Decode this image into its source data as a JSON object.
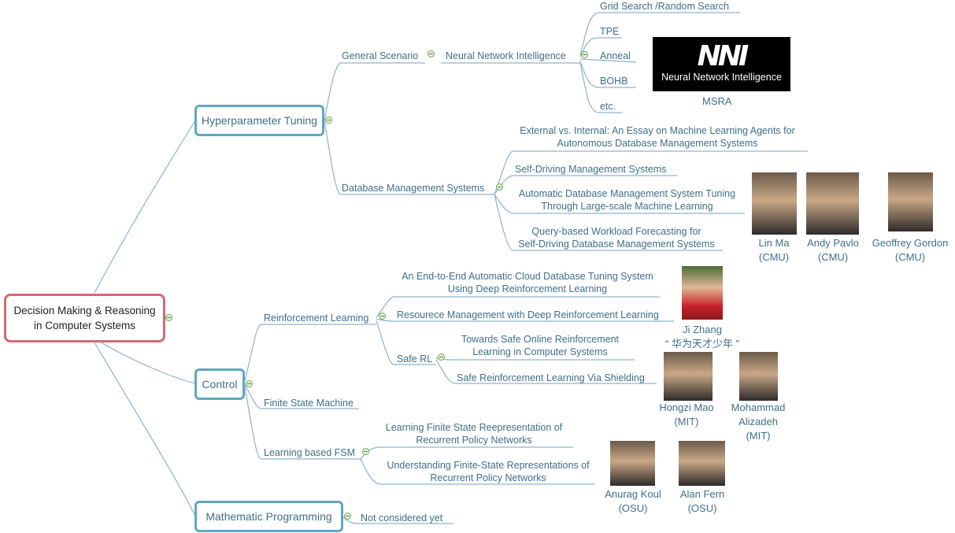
{
  "root": {
    "line1": "Decision Making & Reasoning",
    "line2": "in Computer Systems"
  },
  "hyper": {
    "label": "Hyperparameter Tuning",
    "general": "General Scenario",
    "nni": "Neural Network Intelligence",
    "nni_items": [
      "Grid Search /Random Search",
      "TPE",
      "Anneal",
      "BOHB",
      "etc."
    ],
    "logo_text": "Neural Network Intelligence",
    "logo_caption": "MSRA",
    "dbms": "Database Management Systems",
    "dbms_papers": [
      [
        "External vs. Internal: An Essay on Machine Learning Agents for",
        "Autonomous Database Management Systems"
      ],
      [
        "Self-Driving Management Systems"
      ],
      [
        "Automatic Database Management System Tuning",
        "Through Large-scale Machine Learning"
      ],
      [
        "Query-based Workload Forecasting for",
        "Self-Driving Database Management Systems"
      ]
    ],
    "people": [
      {
        "name": "Lin Ma",
        "org": "(CMU)"
      },
      {
        "name": "Andy Pavlo",
        "org": "(CMU)"
      },
      {
        "name": "Geoffrey Gordon",
        "org": "(CMU)"
      }
    ]
  },
  "control": {
    "label": "Control",
    "rl": "Reinforcement Learning",
    "rl_papers": [
      [
        "An End-to-End Automatic Cloud Database Tuning System",
        "Using Deep Reinforcement Learning"
      ],
      [
        "Resourece Management with Deep Reinforcement Learning"
      ]
    ],
    "safe_rl": "Safe RL",
    "safe_papers": [
      [
        "Towards Safe Online Reinforcement",
        "Learning in Computer Systems"
      ],
      [
        "Safe Reinforcement Learning Via Shielding"
      ]
    ],
    "fsm": "Finite State Machine",
    "lfsm": "Learning based FSM",
    "lfsm_papers": [
      [
        "Learning Finite State Reepresentation of",
        "Recurrent Policy Networks"
      ],
      [
        "Understanding Finite-State Representations of",
        "Recurrent Policy Networks"
      ]
    ],
    "ji": {
      "name": "Ji Zhang",
      "note": "“ 华为天才少年 ”"
    },
    "people_mit": [
      {
        "name": "Hongzi Mao",
        "org": "(MIT)"
      },
      {
        "name": "Mohammad",
        "name2": "Alizadeh",
        "org": "(MIT)"
      }
    ],
    "people_osu": [
      {
        "name": "Anurag Koul",
        "org": "(OSU)"
      },
      {
        "name": "Alan Fern",
        "org": "(OSU)"
      }
    ]
  },
  "math": {
    "label": "Mathematic Programming",
    "child": "Not considered yet"
  },
  "colors": {
    "branch": "#8fb3c9",
    "box_border": "#5fa8c0",
    "root_border": "#d26a72",
    "text": "#3f6f89"
  }
}
